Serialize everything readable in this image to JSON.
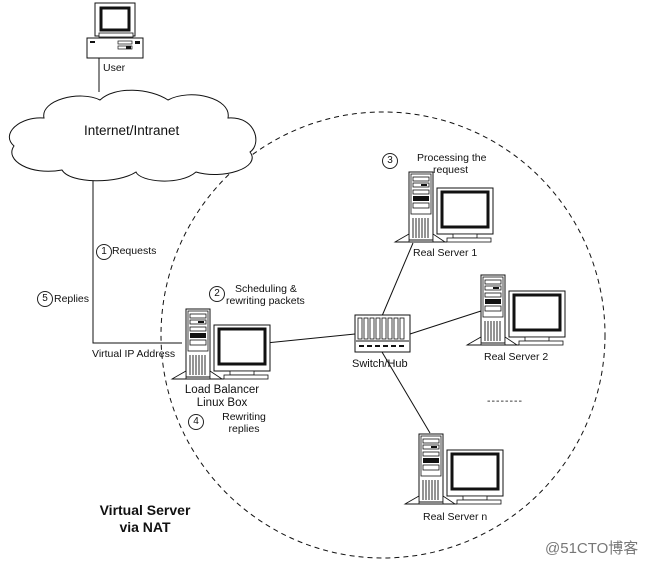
{
  "diagram": {
    "title_line1": "Virtual Server",
    "title_line2": "via NAT",
    "watermark": "@51CTO博客",
    "nodes": {
      "user": {
        "label": "User",
        "icon": "desktop-computer-icon"
      },
      "internet": {
        "label": "Internet/Intranet",
        "icon": "cloud-icon"
      },
      "load_balancer": {
        "label_line1": "Load Balancer",
        "label_line2": "Linux Box",
        "icon": "server-tower-icon"
      },
      "switch": {
        "label": "Switch/Hub",
        "icon": "network-switch-icon"
      },
      "real_server_1": {
        "label": "Real Server 1",
        "icon": "server-tower-icon"
      },
      "real_server_2": {
        "label": "Real Server 2",
        "icon": "server-tower-icon"
      },
      "real_server_n": {
        "label": "Real Server n",
        "icon": "server-tower-icon"
      }
    },
    "virtual_ip_label": "Virtual IP Address",
    "ellipsis": "--------",
    "steps": [
      {
        "num": "1",
        "text": "Requests"
      },
      {
        "num": "2",
        "text_line1": "Scheduling &",
        "text_line2": "rewriting packets"
      },
      {
        "num": "3",
        "text_line1": "Processing the",
        "text_line2": "request"
      },
      {
        "num": "4",
        "text_line1": "Rewriting",
        "text_line2": "replies"
      },
      {
        "num": "5",
        "text": "Replies"
      }
    ],
    "colors": {
      "line": "#111111",
      "background": "#ffffff",
      "watermark": "#777777"
    }
  }
}
